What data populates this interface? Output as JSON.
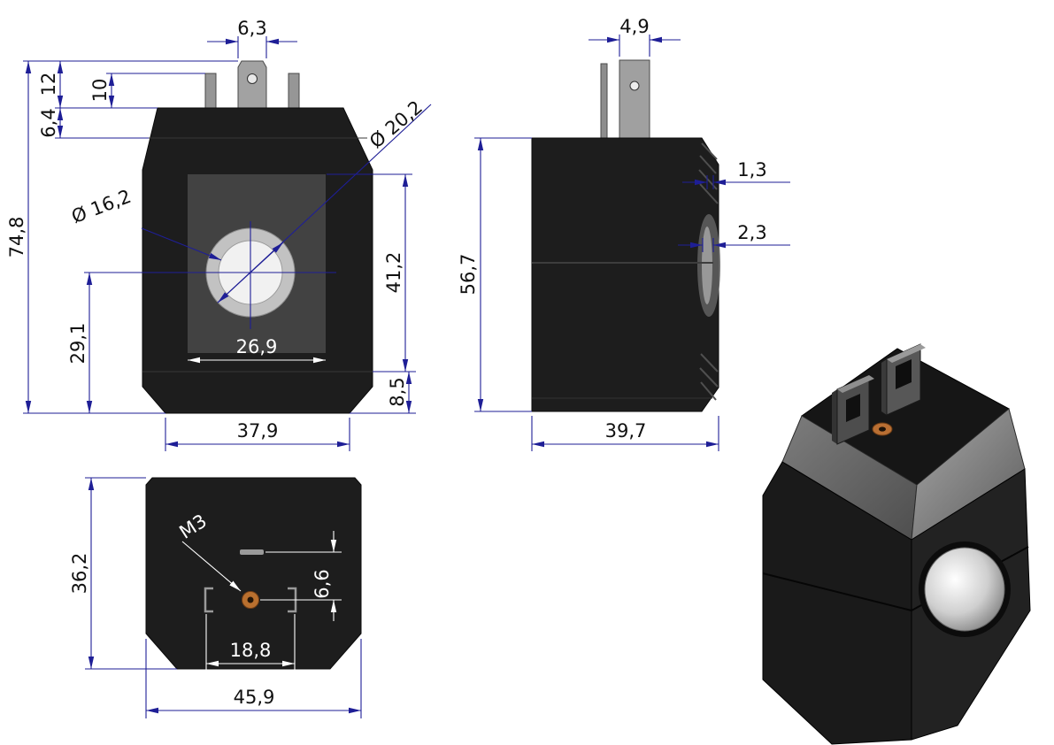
{
  "drawing": {
    "colors": {
      "dimension_blue": "#1e1e96",
      "annotation_white": "#ffffff",
      "body_black": "#1d1d1d",
      "insert_orange": "#b9702f"
    },
    "views": {
      "front": {
        "dims": {
          "tab_width": "6,3",
          "tab_height": "12",
          "pin_height": "10",
          "collar_height": "6,4",
          "overall_height": "74,8",
          "outer_diameter": "Ø 20,2",
          "inner_diameter": "Ø 16,2",
          "upper_span": "41,2",
          "lower_span": "29,1",
          "window_width": "26,9",
          "base_height": "8,5",
          "body_width": "37,9"
        }
      },
      "side": {
        "dims": {
          "tab_width": "4,9",
          "rib_step_1": "1,3",
          "rib_step_2": "2,3",
          "body_height": "56,7",
          "body_depth": "39,7"
        }
      },
      "bottom": {
        "dims": {
          "body_depth": "36,2",
          "thread": "M3",
          "offset": "6,6",
          "slot_spacing": "18,8",
          "body_width": "45,9"
        }
      }
    }
  }
}
